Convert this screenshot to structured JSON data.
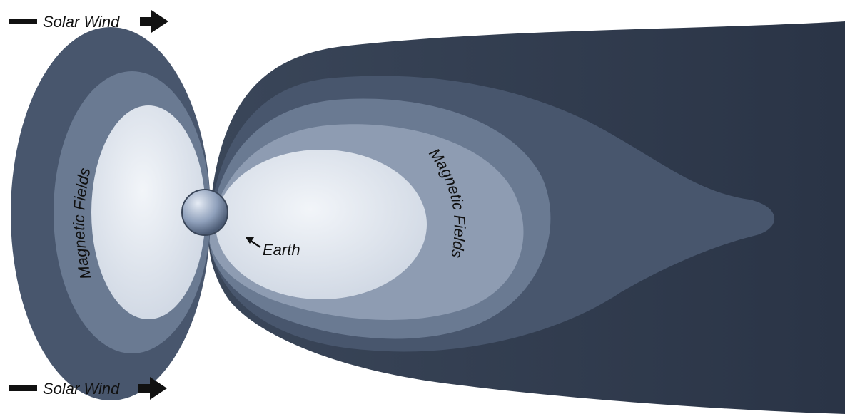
{
  "labels": {
    "solar_wind_top": "Solar Wind",
    "solar_wind_bottom": "Solar Wind",
    "magnetic_fields_left": "Magnetic Fields",
    "magnetic_fields_right": "Magnetic Fields",
    "earth": "Earth"
  },
  "colors": {
    "tail_dark": "#2f3a4c",
    "layer_mid_dark": "#48566d",
    "layer_mid": "#6a7a92",
    "layer_light": "#8e9cb2",
    "core_light": "#dfe4ec",
    "earth": "#8fa0bb",
    "text": "#111111"
  }
}
